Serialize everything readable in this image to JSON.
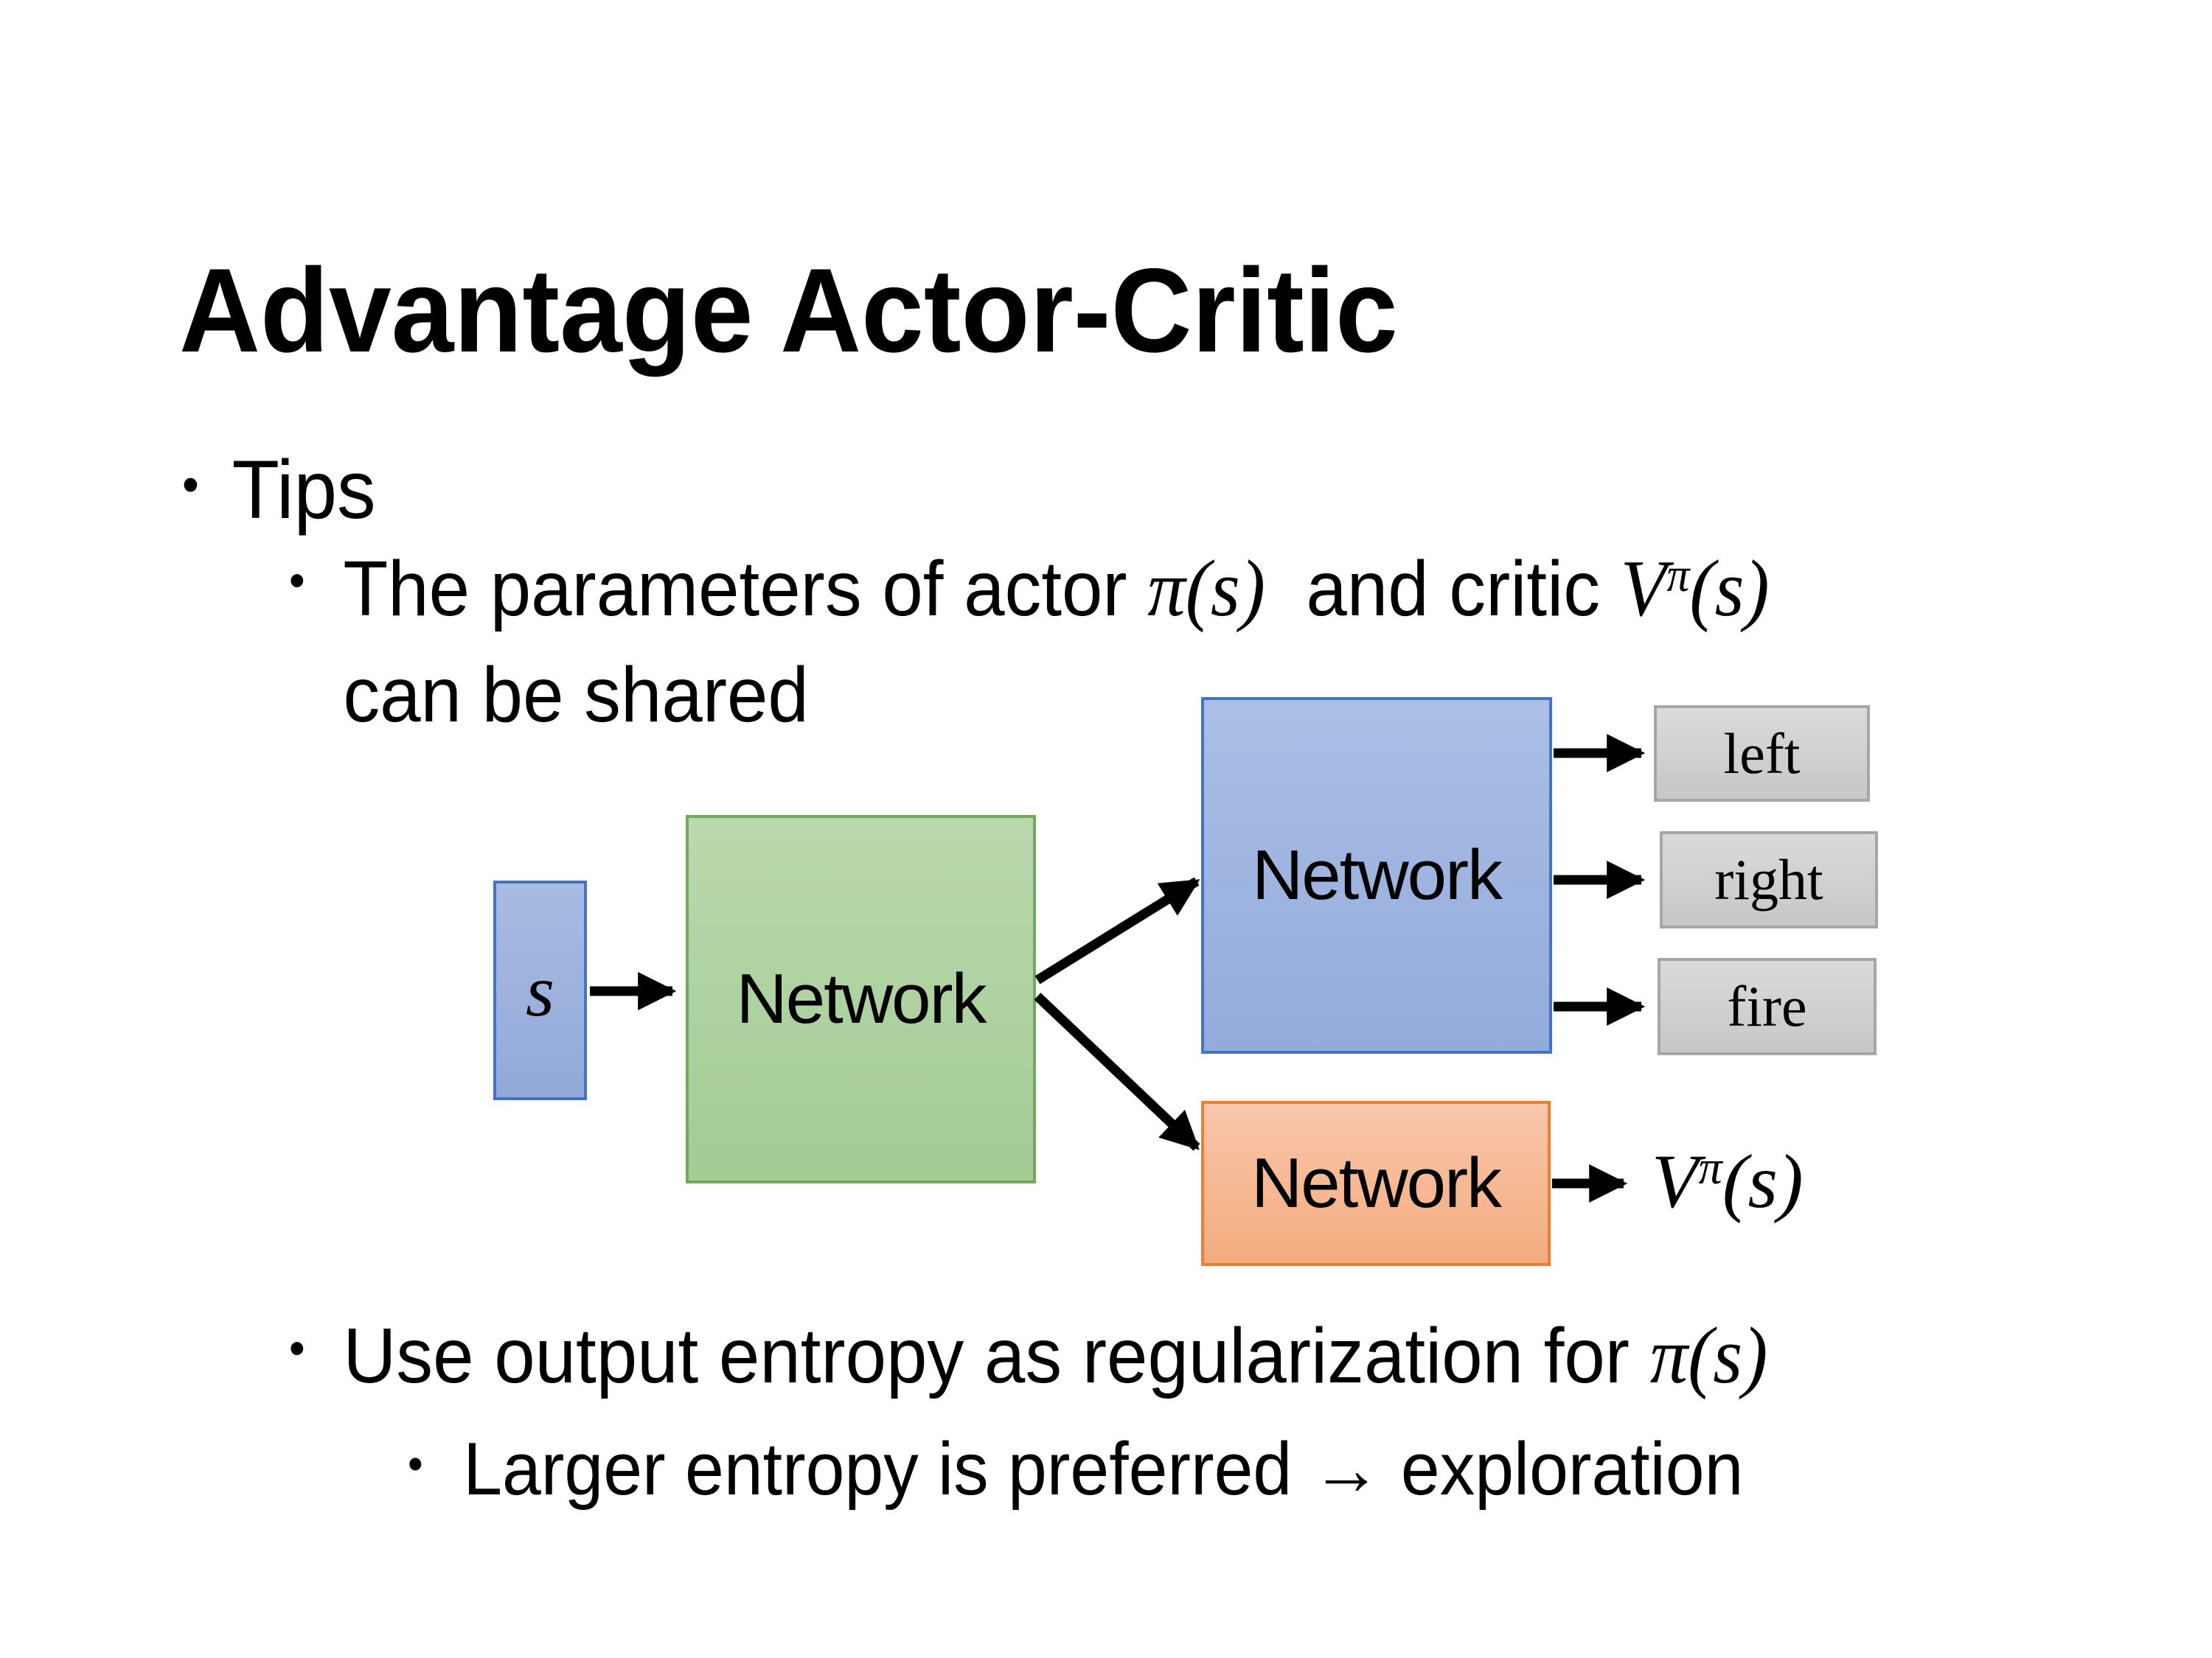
{
  "slide": {
    "title": "Advantage Actor-Critic",
    "bullet_glyph": "•",
    "bullets": {
      "tips": "Tips",
      "shared": {
        "text1": "The parameters of actor ",
        "actor_math": "π(s)",
        "text2": "  and critic ",
        "critic_base": "V",
        "critic_sup": "π",
        "critic_args": "(s)",
        "line2": "can be shared"
      },
      "entropy": {
        "text1": "Use output entropy as regularization for ",
        "math": "π(s)"
      },
      "exploration": "Larger entropy is preferred → exploration"
    }
  },
  "diagram": {
    "input_label": "s",
    "shared_network_label": "Network",
    "actor_network_label": "Network",
    "critic_network_label": "Network",
    "action_labels": [
      "left",
      "right",
      "fire"
    ],
    "value_base": "V",
    "value_sup": "π",
    "value_args": "(s)",
    "colors": {
      "input_fill": "#9db4dd",
      "input_border": "#4472c4",
      "shared_fill": "#aed2a0",
      "shared_border": "#74a85c",
      "actor_fill": "#9fb5e0",
      "actor_border": "#4472c4",
      "critic_fill": "#f6b99c",
      "critic_border": "#ed7d31",
      "action_fill": "#d2d2d2",
      "action_border": "#a6a6a6",
      "arrow": "#000000",
      "text": "#000000",
      "background": "#ffffff"
    }
  }
}
